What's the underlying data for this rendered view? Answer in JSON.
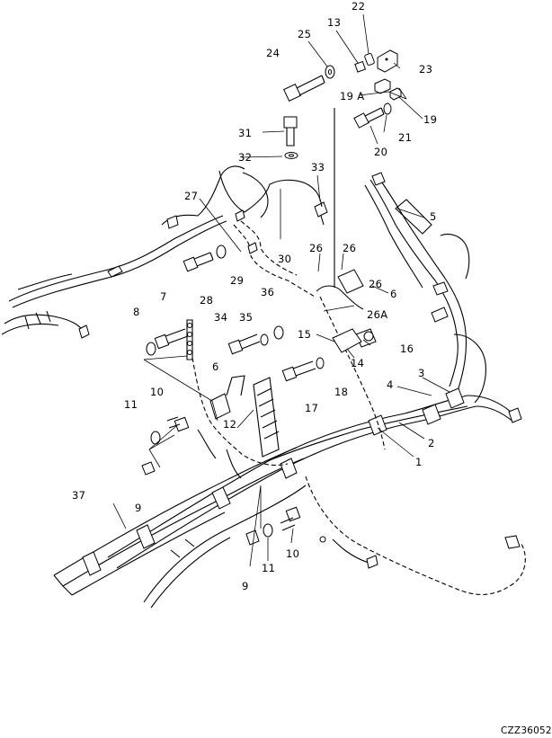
{
  "diagram": {
    "reference_code": "CZZ36052",
    "callouts": [
      {
        "id": "c22",
        "text": "22"
      },
      {
        "id": "c13",
        "text": "13"
      },
      {
        "id": "c25",
        "text": "25"
      },
      {
        "id": "c24",
        "text": "24"
      },
      {
        "id": "c23",
        "text": "23"
      },
      {
        "id": "c19a",
        "text": "19 A"
      },
      {
        "id": "c19",
        "text": "19"
      },
      {
        "id": "c21",
        "text": "21"
      },
      {
        "id": "c20",
        "text": "20"
      },
      {
        "id": "c31",
        "text": "31"
      },
      {
        "id": "c32",
        "text": "32"
      },
      {
        "id": "c33",
        "text": "33"
      },
      {
        "id": "c27",
        "text": "27"
      },
      {
        "id": "c5",
        "text": "5"
      },
      {
        "id": "c30",
        "text": "30"
      },
      {
        "id": "c26a",
        "text": "26"
      },
      {
        "id": "c26b",
        "text": "26"
      },
      {
        "id": "c26c",
        "text": "26"
      },
      {
        "id": "c6b",
        "text": "6"
      },
      {
        "id": "c29",
        "text": "29"
      },
      {
        "id": "c28",
        "text": "28"
      },
      {
        "id": "c36",
        "text": "36"
      },
      {
        "id": "c26A",
        "text": "26A"
      },
      {
        "id": "c7",
        "text": "7"
      },
      {
        "id": "c8",
        "text": "8"
      },
      {
        "id": "c34",
        "text": "34"
      },
      {
        "id": "c35",
        "text": "35"
      },
      {
        "id": "c15",
        "text": "15"
      },
      {
        "id": "c16",
        "text": "16"
      },
      {
        "id": "c14",
        "text": "14"
      },
      {
        "id": "c18",
        "text": "18"
      },
      {
        "id": "c17",
        "text": "17"
      },
      {
        "id": "c6",
        "text": "6"
      },
      {
        "id": "c3",
        "text": "3"
      },
      {
        "id": "c4",
        "text": "4"
      },
      {
        "id": "c10a",
        "text": "10"
      },
      {
        "id": "c11a",
        "text": "11"
      },
      {
        "id": "c12",
        "text": "12"
      },
      {
        "id": "c2",
        "text": "2"
      },
      {
        "id": "c1",
        "text": "1"
      },
      {
        "id": "c9a",
        "text": "9"
      },
      {
        "id": "c37",
        "text": "37"
      },
      {
        "id": "c10b",
        "text": "10"
      },
      {
        "id": "c11b",
        "text": "11"
      },
      {
        "id": "c9b",
        "text": "9"
      }
    ]
  }
}
